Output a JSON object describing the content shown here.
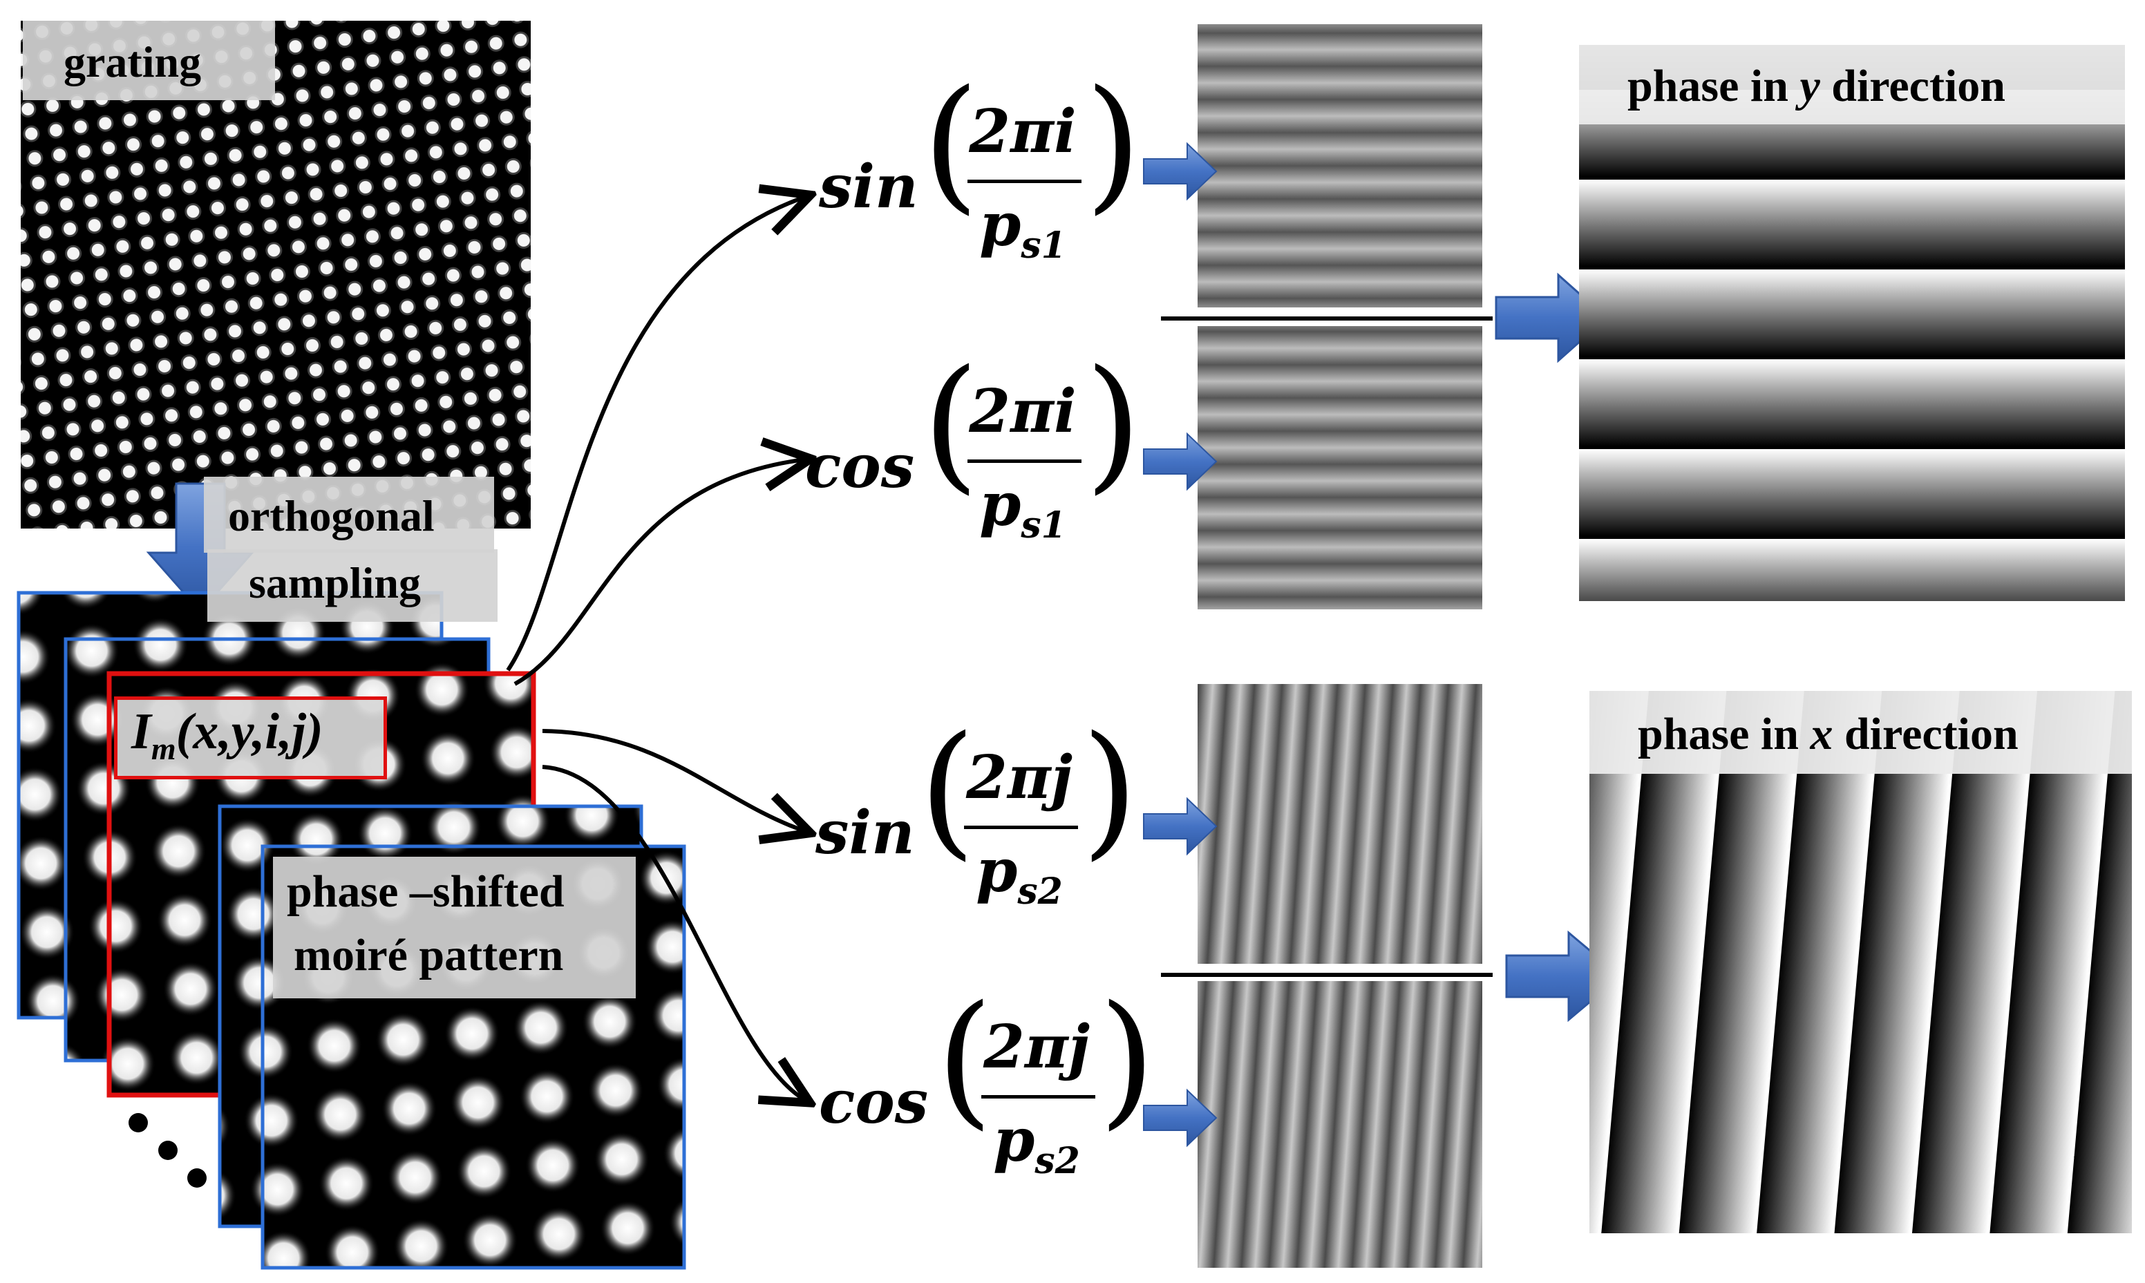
{
  "labels": {
    "grating": "grating",
    "orthogonal_sampling_line1": "orthogonal",
    "orthogonal_sampling_line2": "sampling",
    "intensity_symbol": "I",
    "intensity_subscript": "m",
    "intensity_args": "(x,y,i,j)",
    "phase_shifted_line1": "phase –shifted",
    "phase_shifted_line2": "moiré pattern",
    "phase_y_prefix": "phase in ",
    "phase_y_var": "y",
    "phase_y_suffix": " direction",
    "phase_x_prefix": "phase in ",
    "phase_x_var": "x",
    "phase_x_suffix": " direction"
  },
  "formulas": [
    {
      "fn": "sin",
      "numerator": "2πi",
      "denominator": "p",
      "sub": "s1"
    },
    {
      "fn": "cos",
      "numerator": "2πi",
      "denominator": "p",
      "sub": "s1"
    },
    {
      "fn": "sin",
      "numerator": "2πj",
      "denominator": "p",
      "sub": "s2"
    },
    {
      "fn": "cos",
      "numerator": "2πj",
      "denominator": "p",
      "sub": "s2"
    }
  ],
  "colors": {
    "arrow_blue": "#4472c4",
    "frame_blue": "#2e6fd6",
    "frame_red": "#e01010",
    "label_bg": "#d2d2d2"
  }
}
